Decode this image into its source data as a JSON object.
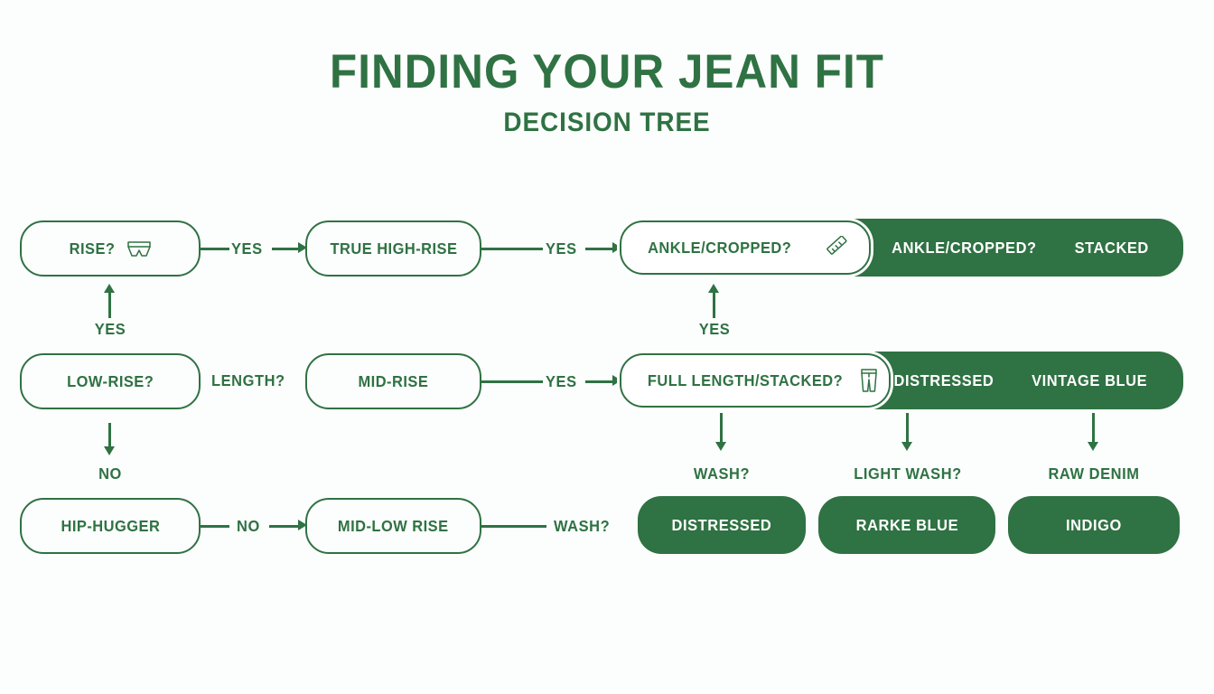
{
  "header": {
    "title": "FINDING YOUR JEAN FIT",
    "subtitle": "DECISION TREE"
  },
  "colors": {
    "brand_green": "#2f7243",
    "background": "#fcfdfd",
    "pill_text": "#ffffff"
  },
  "nodes": {
    "rise": {
      "label": "RISE?",
      "icon": "briefs-icon"
    },
    "true_high_rise": {
      "label": "TRUE HIGH-RISE"
    },
    "ankle_cropped": {
      "label": "ANKLE/CROPPED?",
      "icon": "ruler-icon"
    },
    "low_rise": {
      "label": "LOW-RISE?"
    },
    "mid_rise": {
      "label": "MID-RISE"
    },
    "full_length_stacked": {
      "label": "FULL LENGTH/STACKED?",
      "icon": "jeans-icon"
    },
    "hip_hugger": {
      "label": "HIP-HUGGER"
    },
    "mid_low_rise": {
      "label": "MID-LOW RISE"
    }
  },
  "pills": {
    "row1": {
      "items": [
        "ANKLE/CROPPED?",
        "STACKED"
      ]
    },
    "row2": {
      "items": [
        "DISTRESSED",
        "VINTAGE BLUE"
      ]
    },
    "results": [
      {
        "label": "DISTRESSED"
      },
      {
        "label": "RARKE BLUE"
      },
      {
        "label": "INDIGO"
      }
    ]
  },
  "edges": {
    "rise_to_high_yes": "YES",
    "high_to_ankle_yes": "YES",
    "lowrise_up_yes": "YES",
    "lowrise_down_no": "NO",
    "length": "LENGTH?",
    "midrise_to_full_yes": "YES",
    "ankle_up_yes": "YES",
    "hip_to_midlow_no": "NO",
    "midlow_wash": "WASH?",
    "branch_wash": "WASH?",
    "branch_light_wash": "LIGHT WASH?",
    "branch_raw_denim": "RAW DENIM"
  }
}
